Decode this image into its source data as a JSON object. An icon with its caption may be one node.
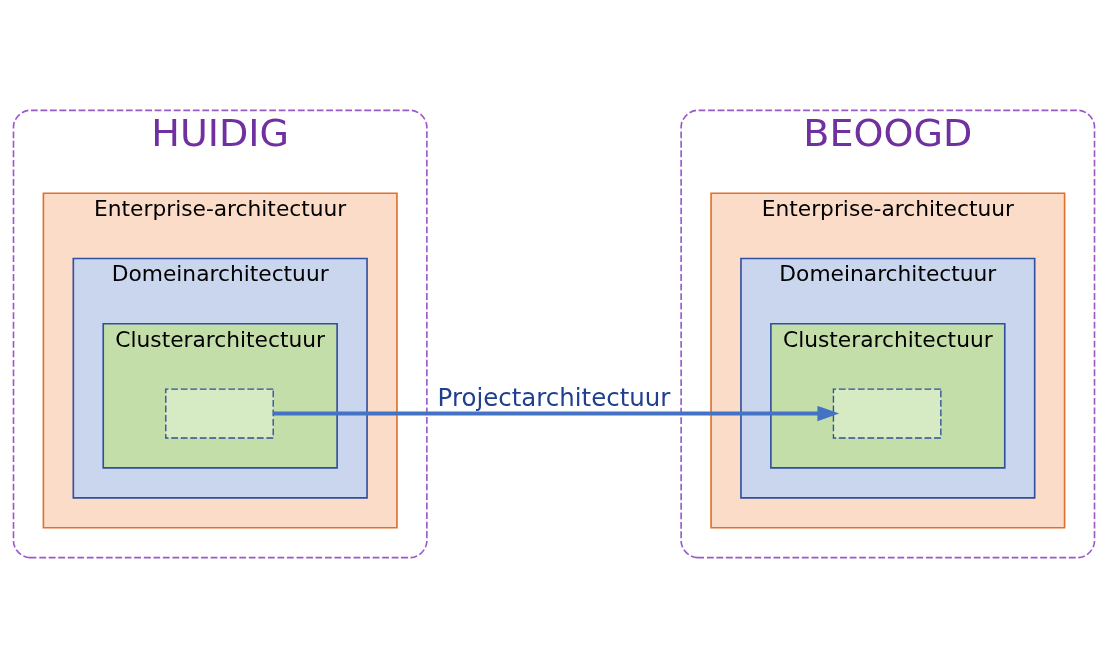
{
  "diagram": {
    "nodes": [
      {
        "text": [
          "HUIDIG"
        ]
      },
      {
        "text": [
          "Enterprise-architectuur"
        ],
        "in": 0
      },
      {
        "text": [
          "Domeinarchitectuur"
        ],
        "in": 1
      },
      {
        "text": [
          "Clusterarchitectuur"
        ],
        "in": 2
      },
      {
        "text": [],
        "shape": "box",
        "in": 3
      },
      {
        "text": [
          "BEOOGD"
        ]
      },
      {
        "text": [
          "Enterprise-architectuur"
        ],
        "in": 5
      },
      {
        "text": [
          "Domeinarchitectuur"
        ],
        "in": 6
      },
      {
        "text": [
          "Clusterarchitectuur"
        ],
        "in": 7
      },
      {
        "text": [],
        "shape": "box",
        "in": 8
      }
    ],
    "edges": [
      {
        "from": 4,
        "to": 9,
        "arrow": "to",
        "label": "Projectarchitectuur"
      }
    ]
  }
}
